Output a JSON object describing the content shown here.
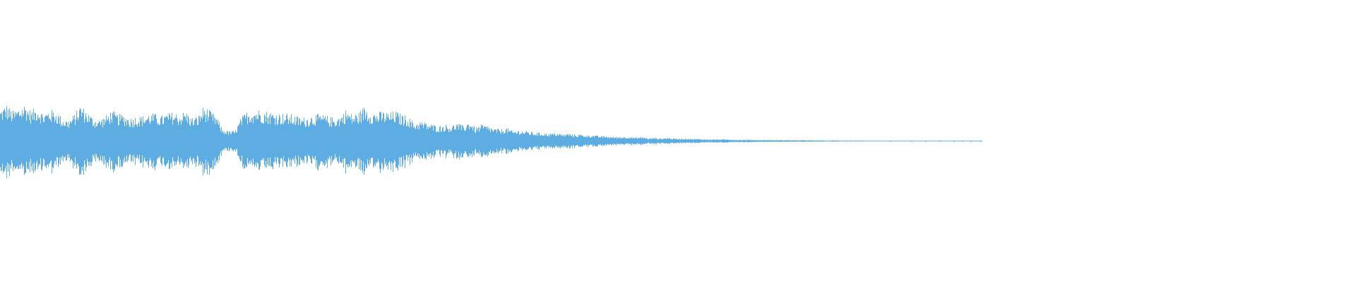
{
  "waveform": {
    "color": "#5DADE2",
    "background": "#FFFFFF",
    "peak_envelope": [
      0.38,
      0.44,
      0.36,
      0.4,
      0.45,
      0.36,
      0.42,
      0.33,
      0.38,
      0.36,
      0.28,
      0.25,
      0.32,
      0.44,
      0.36,
      0.28,
      0.26,
      0.3,
      0.37,
      0.32,
      0.32,
      0.28,
      0.3,
      0.3,
      0.33,
      0.33,
      0.3,
      0.33,
      0.35,
      0.32,
      0.36,
      0.28,
      0.3,
      0.42,
      0.36,
      0.3,
      0.14,
      0.12,
      0.12,
      0.28,
      0.36,
      0.38,
      0.38,
      0.36,
      0.35,
      0.34,
      0.33,
      0.32,
      0.3,
      0.28,
      0.3,
      0.32,
      0.32,
      0.3,
      0.28,
      0.3,
      0.38,
      0.32,
      0.34,
      0.42,
      0.36,
      0.34,
      0.36,
      0.34,
      0.36,
      0.32,
      0.3,
      0.22,
      0.24,
      0.22,
      0.2,
      0.18,
      0.2,
      0.18,
      0.22,
      0.18,
      0.24,
      0.16,
      0.2,
      0.18,
      0.15,
      0.14,
      0.16,
      0.12,
      0.13,
      0.12,
      0.11,
      0.1,
      0.1,
      0.09,
      0.1,
      0.08,
      0.09,
      0.08,
      0.08,
      0.07,
      0.07,
      0.06,
      0.06,
      0.05,
      0.05,
      0.05,
      0.05,
      0.04,
      0.05,
      0.03,
      0.04,
      0.03,
      0.04,
      0.03,
      0.03,
      0.03,
      0.025,
      0.025,
      0.02,
      0.02,
      0.02,
      0.02,
      0.02,
      0.015,
      0.015,
      0.015,
      0.015,
      0.01,
      0.012,
      0.01,
      0.01,
      0.01,
      0.01,
      0.008,
      0.01,
      0.008,
      0.008,
      0.008,
      0.006,
      0.008,
      0.006,
      0.006,
      0.006,
      0.005,
      0.005,
      0.004,
      0.004,
      0.005,
      0.004,
      0.004,
      0.004,
      0.003,
      0.004,
      0.003,
      0.003,
      0.003,
      0.003,
      0.003,
      0.002,
      0.003,
      0.002,
      0.002,
      0.002,
      0.002
    ]
  }
}
